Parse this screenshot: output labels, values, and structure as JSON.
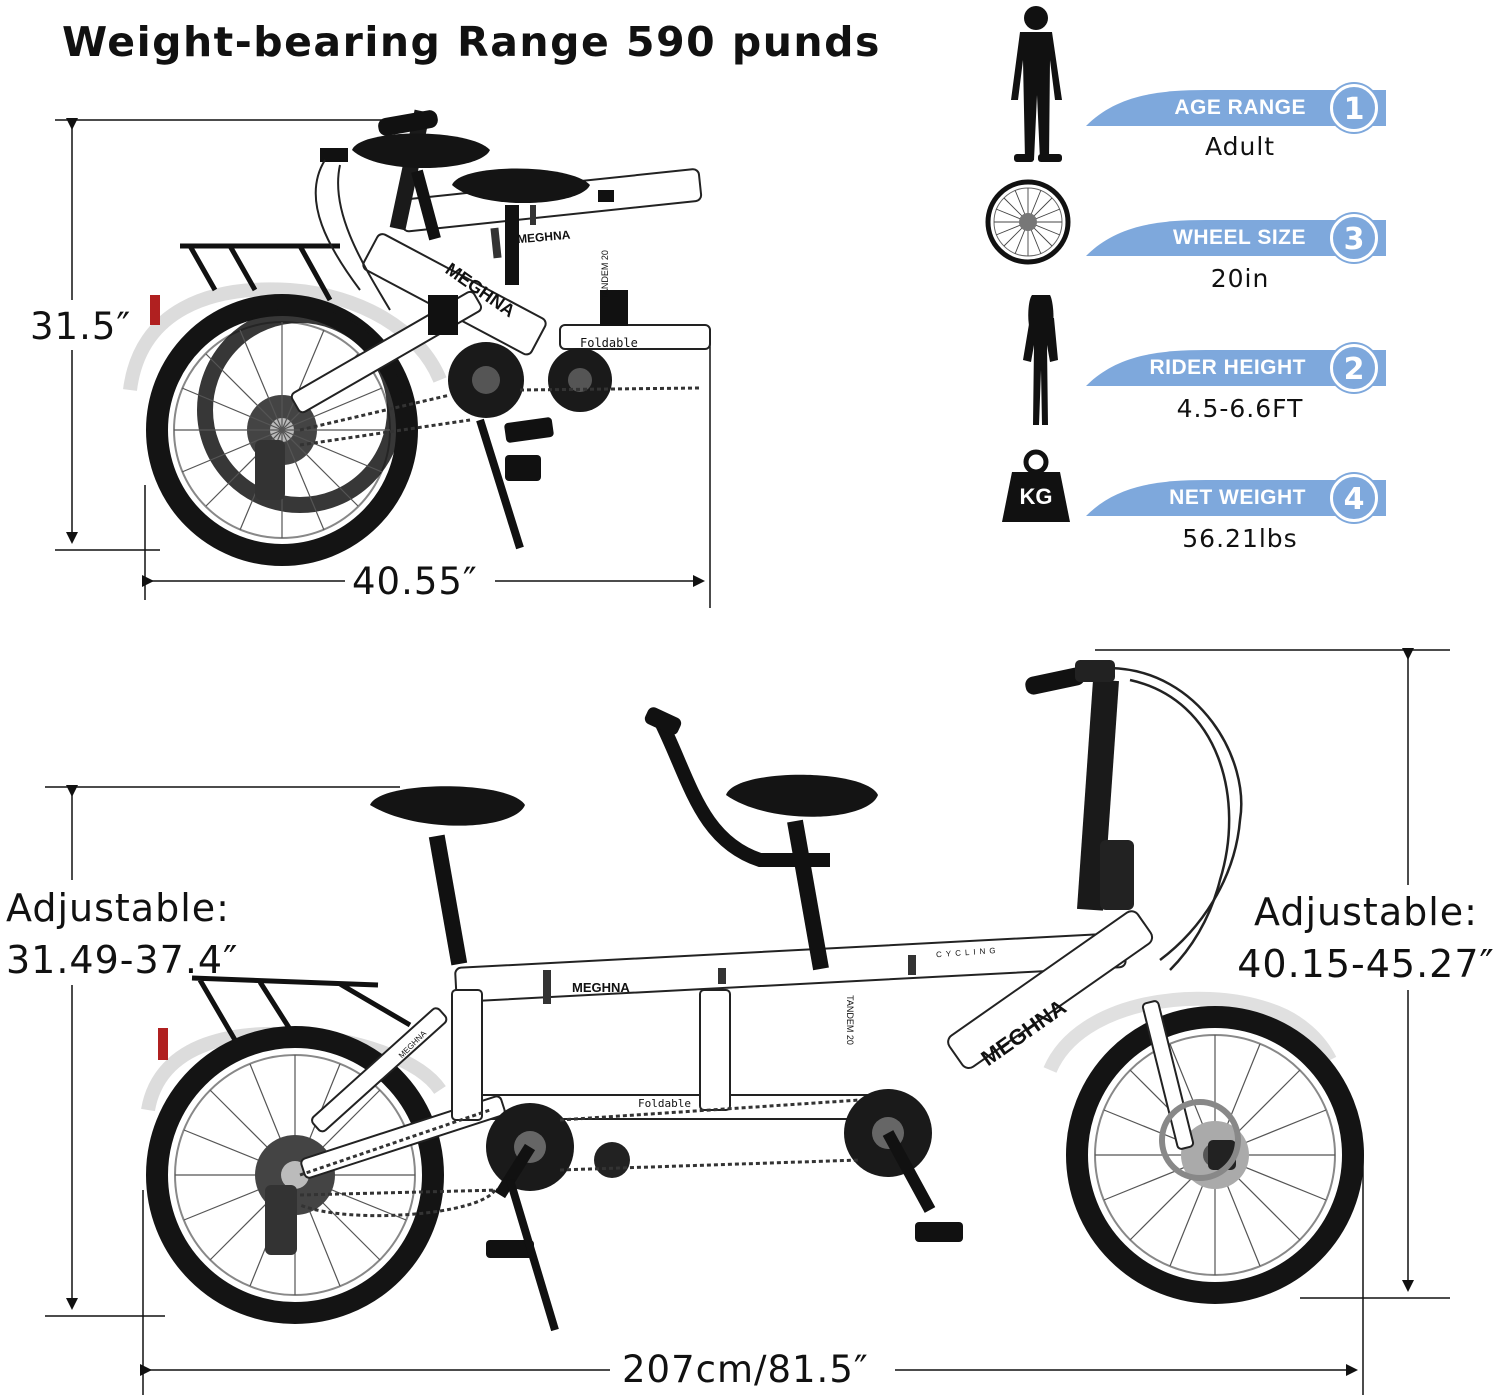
{
  "title": "Weight-bearing Range 590 punds",
  "folded": {
    "height_label": "31.5″",
    "length_label": "40.55″",
    "frame_brand": "MEGHNA",
    "frame_brand_2": "MEGHNA",
    "frame_model": "TANDEM 20",
    "frame_tag": "Foldable"
  },
  "unfolded": {
    "seat_height_label_line1": "Adjustable:",
    "seat_height_label_line2": "31.49-37.4″",
    "bar_height_label_line1": "Adjustable:",
    "bar_height_label_line2": "40.15-45.27″",
    "length_label": "207cm/81.5″",
    "frame_brand": "MEGHNA",
    "frame_brand_large": "MEGHNA",
    "frame_brand_small": "MEGHNA",
    "frame_model": "TANDEM 20",
    "frame_tag": "Foldable",
    "frame_top_text": "CYCLING"
  },
  "specs": [
    {
      "icon": "man-silhouette-icon",
      "label": "AGE RANGE",
      "number": "1",
      "value": "Adult"
    },
    {
      "icon": "wheel-icon",
      "label": "WHEEL SIZE",
      "number": "3",
      "value": "20in"
    },
    {
      "icon": "woman-silhouette-icon",
      "label": "RIDER HEIGHT",
      "number": "2",
      "value": "4.5-6.6FT"
    },
    {
      "icon": "weight-icon",
      "label": "NET WEIGHT",
      "number": "4",
      "value": "56.21lbs"
    }
  ],
  "weight_icon_text": "KG",
  "colors": {
    "accent": "#7ea8dc",
    "frame": "#ffffff",
    "tire": "#141414"
  }
}
